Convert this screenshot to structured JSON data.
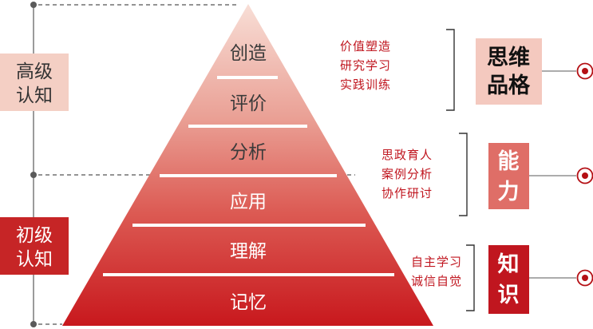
{
  "cognition": {
    "high": [
      "高级",
      "认知"
    ],
    "low": [
      "初级",
      "认知"
    ]
  },
  "pyramid": {
    "levels": [
      "创造",
      "评价",
      "分析",
      "应用",
      "理解",
      "记忆"
    ]
  },
  "groups": [
    {
      "methods": [
        "价值塑造",
        "研究学习",
        "实践训练"
      ],
      "dimension": [
        "思维",
        "品格"
      ]
    },
    {
      "methods": [
        "思政育人",
        "案例分析",
        "协作研讨"
      ],
      "dimension": [
        "能",
        "力"
      ]
    },
    {
      "methods": [
        "自主学习",
        "诚信自觉"
      ],
      "dimension": [
        "知",
        "识"
      ]
    }
  ],
  "colors": {
    "high_band": "#f4cfc4",
    "low_band": "#c62526",
    "accent_red": "#c0161f",
    "dark_red": "#b40f14",
    "dim_1_bg": "#f4c9bf",
    "dim_2_bg": "#df6e67",
    "dim_3_bg": "#c0161f",
    "level_top": "#f7d9d0",
    "level_bottom": "#cc1f22",
    "dashed": "#555555",
    "axis": "#7a7a7a"
  },
  "icons": [
    "target-icon",
    "target-icon",
    "target-icon"
  ]
}
